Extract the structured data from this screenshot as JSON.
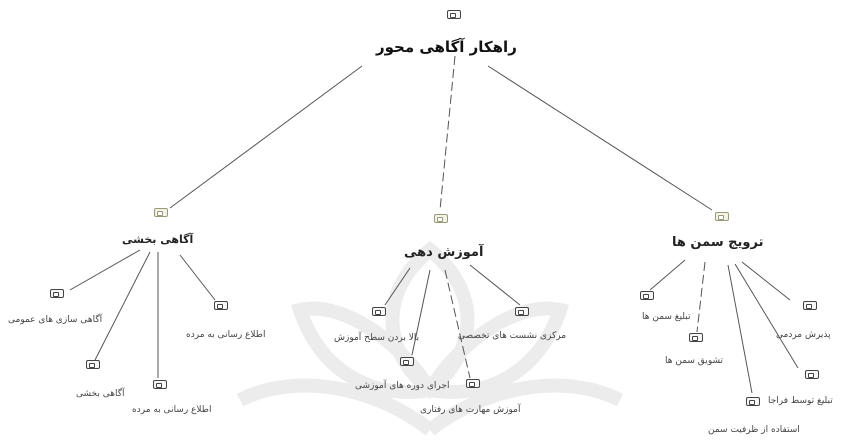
{
  "root": {
    "label": "راهکار آگاهی محور"
  },
  "branches": [
    {
      "label": "آگاهی بخشی",
      "leaves": [
        "آگاهی سازی های عمومی",
        "آگاهی بخشی",
        "اطلاع رسانی به مرده",
        "اطلاع رسانی به مرده"
      ]
    },
    {
      "label": "آموزش دهی",
      "leaves": [
        "بالا بردن سطح آموزش",
        "مرکزی نشست های تخصصی",
        "اجرای دوره های آموزشی",
        "آموزش مهارت های رفتاری"
      ]
    },
    {
      "label": "ترویج سمن ها",
      "leaves": [
        "تبلیغ سمن ها",
        "تشویق سمن ها",
        "پذیرش مردمی",
        "تبلیغ توسط فراجا",
        "استفاده از ظرفیت سمن"
      ]
    }
  ],
  "colors": {
    "line": "#555555",
    "icon_border": "#444444",
    "watermark": "#e9e9e9"
  }
}
